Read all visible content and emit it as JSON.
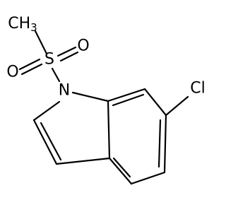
{
  "molecule": {
    "labels": {
      "ch3": "CH3",
      "sulfur": "S",
      "oxygen_upper": "O",
      "oxygen_lower": "O",
      "nitrogen": "N",
      "chlorine": "Cl"
    },
    "colors": {
      "carbon": "#000000",
      "sulfur": "#000000",
      "oxygen": "#000000",
      "nitrogen": "#000000",
      "chlorine": "#000000",
      "bond": "#000000",
      "background": "#ffffff"
    }
  }
}
